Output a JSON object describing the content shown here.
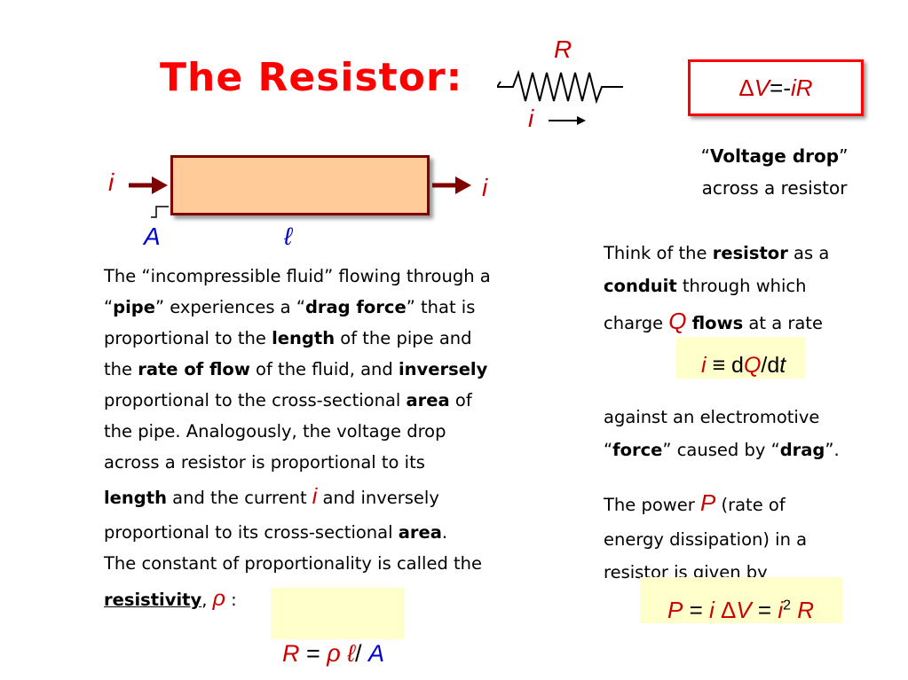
{
  "title": "The Resistor:",
  "circuit": {
    "R": "R",
    "i": "i"
  },
  "formula_box": {
    "delta": "Δ",
    "V": "V",
    "eq": " = ",
    "minus": "- ",
    "i": "i",
    "R": " R"
  },
  "voltage_caption": {
    "q1": "“",
    "bold": "Voltage drop",
    "q2": "”",
    "line2": "across a resistor"
  },
  "pipe": {
    "i_left": "i",
    "i_right": "i",
    "A": "A",
    "ell": "ℓ"
  },
  "body": {
    "l1": "The “incompressible fluid” flowing through a",
    "l2a": "“",
    "l2b": "pipe",
    "l2c": "” experiences a “",
    "l2d": "drag force",
    "l2e": "” that is",
    "l3a": "proportional to the ",
    "l3b": "length",
    "l3c": " of the pipe and",
    "l4a": "the ",
    "l4b": "rate of flow",
    "l4c": " of the fluid, and ",
    "l4d": "inversely",
    "l5a": "proportional to the cross-sectional ",
    "l5b": "area",
    "l5c": " of",
    "l6": "the pipe.   Analogously, the voltage drop",
    "l7": "across a resistor is proportional to its",
    "l8a": "length",
    "l8b": " and the current ",
    "l8c": "i",
    "l8d": " and inversely",
    "l9a": "proportional to its cross-sectional ",
    "l9b": "area",
    "l9c": ".",
    "l10": "The constant of proportionality is called the",
    "l11a": "resistivity",
    "l11b": ", ",
    "l11c": "ρ",
    "l11d": " :"
  },
  "rho_formula": {
    "R": "R",
    "eq": " = ",
    "rho": "ρ",
    "ell": " ℓ",
    "slash": "/",
    "A": " A"
  },
  "right": {
    "p1a": "Think of the ",
    "p1b": "resistor",
    "p1c": " as a",
    "p1d": "conduit",
    "p1e": " through which",
    "p1f": "charge ",
    "p1g": "Q",
    "p1h": "flows",
    "p1i": " at a rate",
    "p2a": "against an electromotive",
    "p2b": "“",
    "p2c": "force",
    "p2d": "” caused by “",
    "p2e": "drag",
    "p2f": "”.",
    "p3a": "The power ",
    "p3b": "P",
    "p3c": " (rate of",
    "p3d": "energy dissipation) in a",
    "p3e": "resistor is given by"
  },
  "i_formula": {
    "i": "i",
    "equiv": " ≡ d",
    "Q": "Q",
    "slash": "/d",
    "t": "t"
  },
  "p_formula": {
    "P": "P",
    "eq1": " = ",
    "i": "i",
    "delta": " Δ",
    "V": "V",
    "eq2": " = ",
    "i2": "i",
    "sup": "2",
    "R": " R"
  }
}
